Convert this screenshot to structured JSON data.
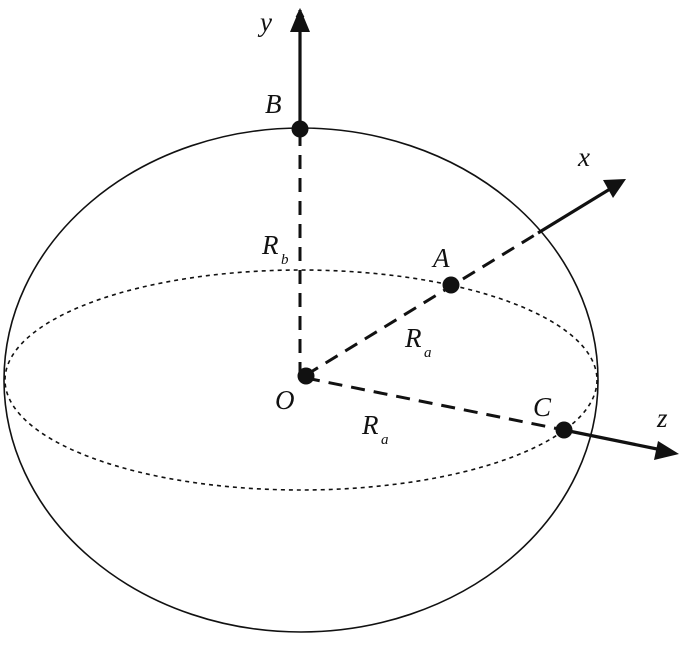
{
  "axes": {
    "x": "x",
    "y": "y",
    "z": "z"
  },
  "points": {
    "origin": "O",
    "a": "A",
    "b": "B",
    "c": "C"
  },
  "radii": {
    "rb_main": "R",
    "rb_sub": "b",
    "ra_main": "R",
    "ra_sub": "a"
  },
  "colors": {
    "stroke": "#111111",
    "background": "#ffffff"
  }
}
